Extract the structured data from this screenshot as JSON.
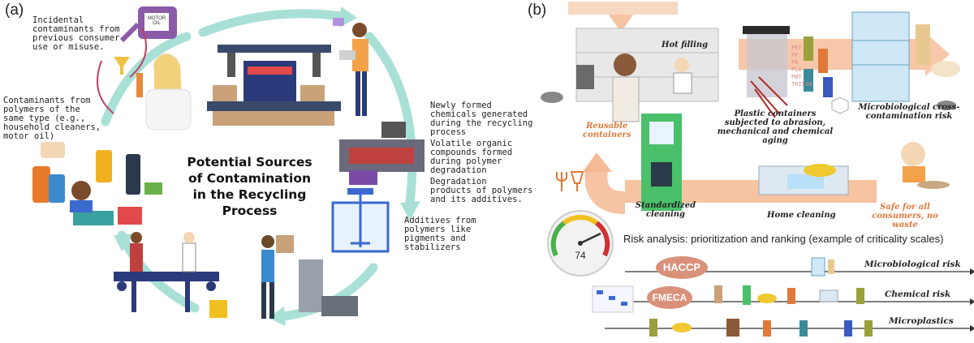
{
  "panel_a": {
    "label": "(a)",
    "center_title": "Potential Sources\nof Contamination\nin the Recycling\nProcess",
    "notes": {
      "incidental": "Incidental\ncontaminants from\nprevious consumer\nuse or misuse.",
      "same_type": "Contaminants from\npolymers of the\nsame type (e.g.,\nhousehold cleaners,\nmotor oil)",
      "new_chemicals": "Newly formed\nchemicals generated\nduring the recycling\nprocess",
      "voc": "Volatile organic\ncompounds formed\nduring polymer\ndegradation",
      "degradation": "Degradation\nproducts of polymers\nand its additives.",
      "additives": "Additives from\npolymers like\npigments and\nstabilizers"
    },
    "motor_oil_label": "MOTOR OIL"
  },
  "panel_b": {
    "label": "(b)",
    "steps": {
      "hot_filling": "Hot filling",
      "reusable": "Reusable\ncontainers",
      "plastic": "Plastic containers\nsubjected to abrasion,\nmechanical and chemical aging",
      "microbio": "Microbiological cross-\ncontamination risk",
      "standardized": "Standardized\ncleaning",
      "home": "Home cleaning",
      "safe": "Safe for all\nconsumers, no waste"
    },
    "polymer_list": "PET\nPP\nPE\nPLA\nPBT\nTRITAN",
    "risk_title": "Risk analysis: prioritization and ranking (example of  criticality scales)",
    "gauge_value": "74",
    "badges": {
      "haccp": "HACCP",
      "fmeca": "FMECA"
    },
    "rows": {
      "microbiological": "Microbiological risk",
      "chemical": "Chemical risk",
      "microplastics": "Microplastics"
    }
  },
  "colors": {
    "teal_cycle": "#a8e0d6",
    "orange_flow": "#f4b48c",
    "accent_orange": "#e07a3c",
    "navy": "#2b3a7a",
    "badge_bg": "#d9917a"
  }
}
